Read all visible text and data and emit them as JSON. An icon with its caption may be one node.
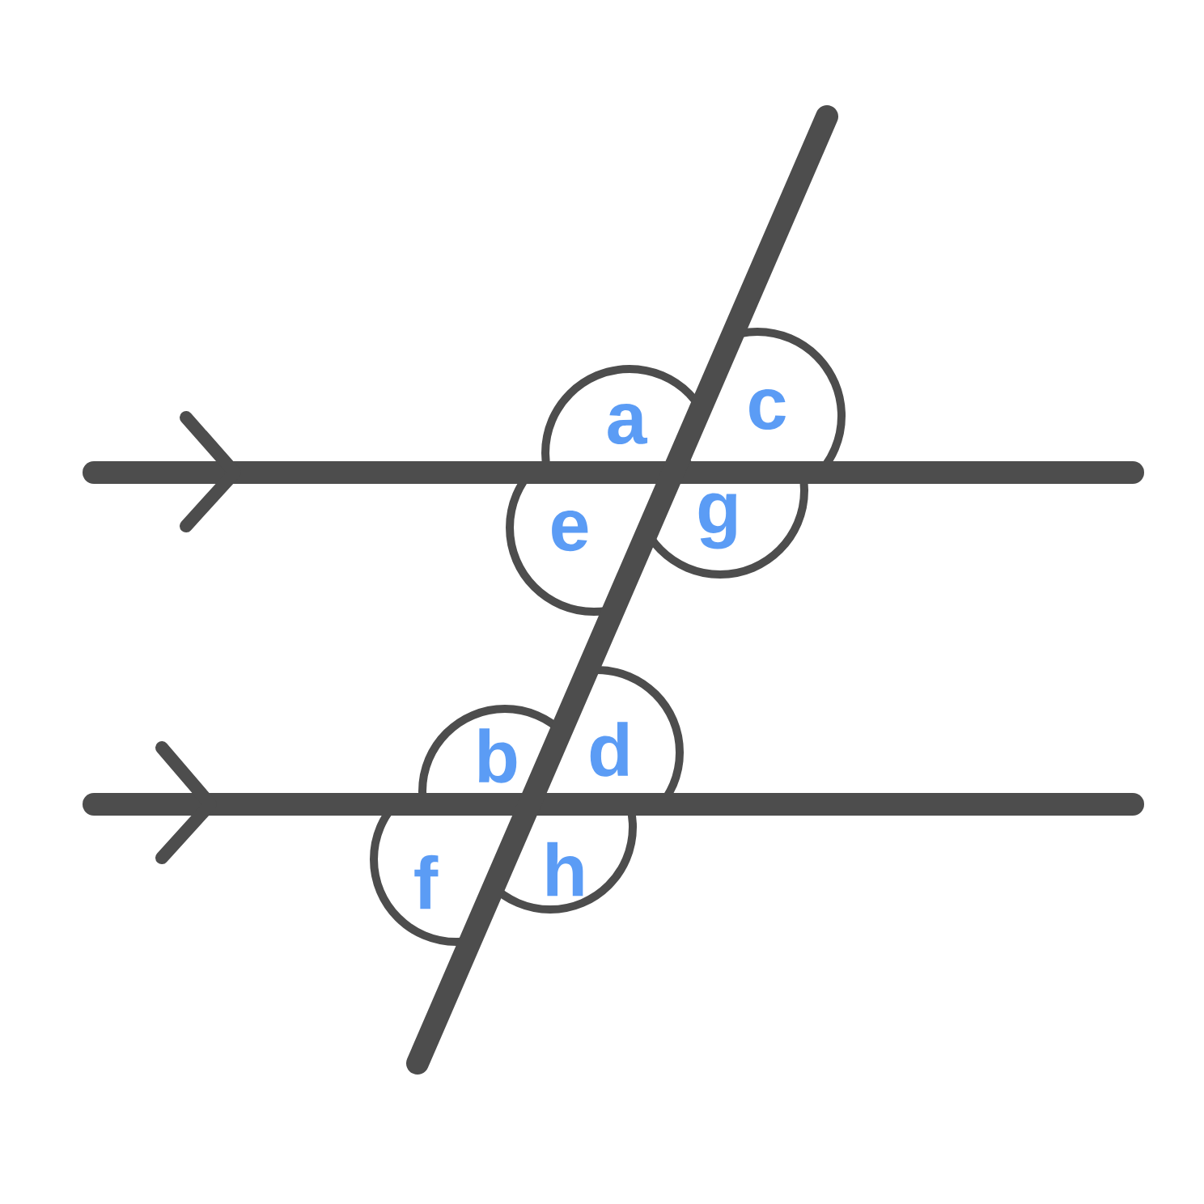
{
  "diagram": {
    "labels": [
      "a",
      "c",
      "e",
      "g",
      "b",
      "d",
      "f",
      "h"
    ]
  }
}
